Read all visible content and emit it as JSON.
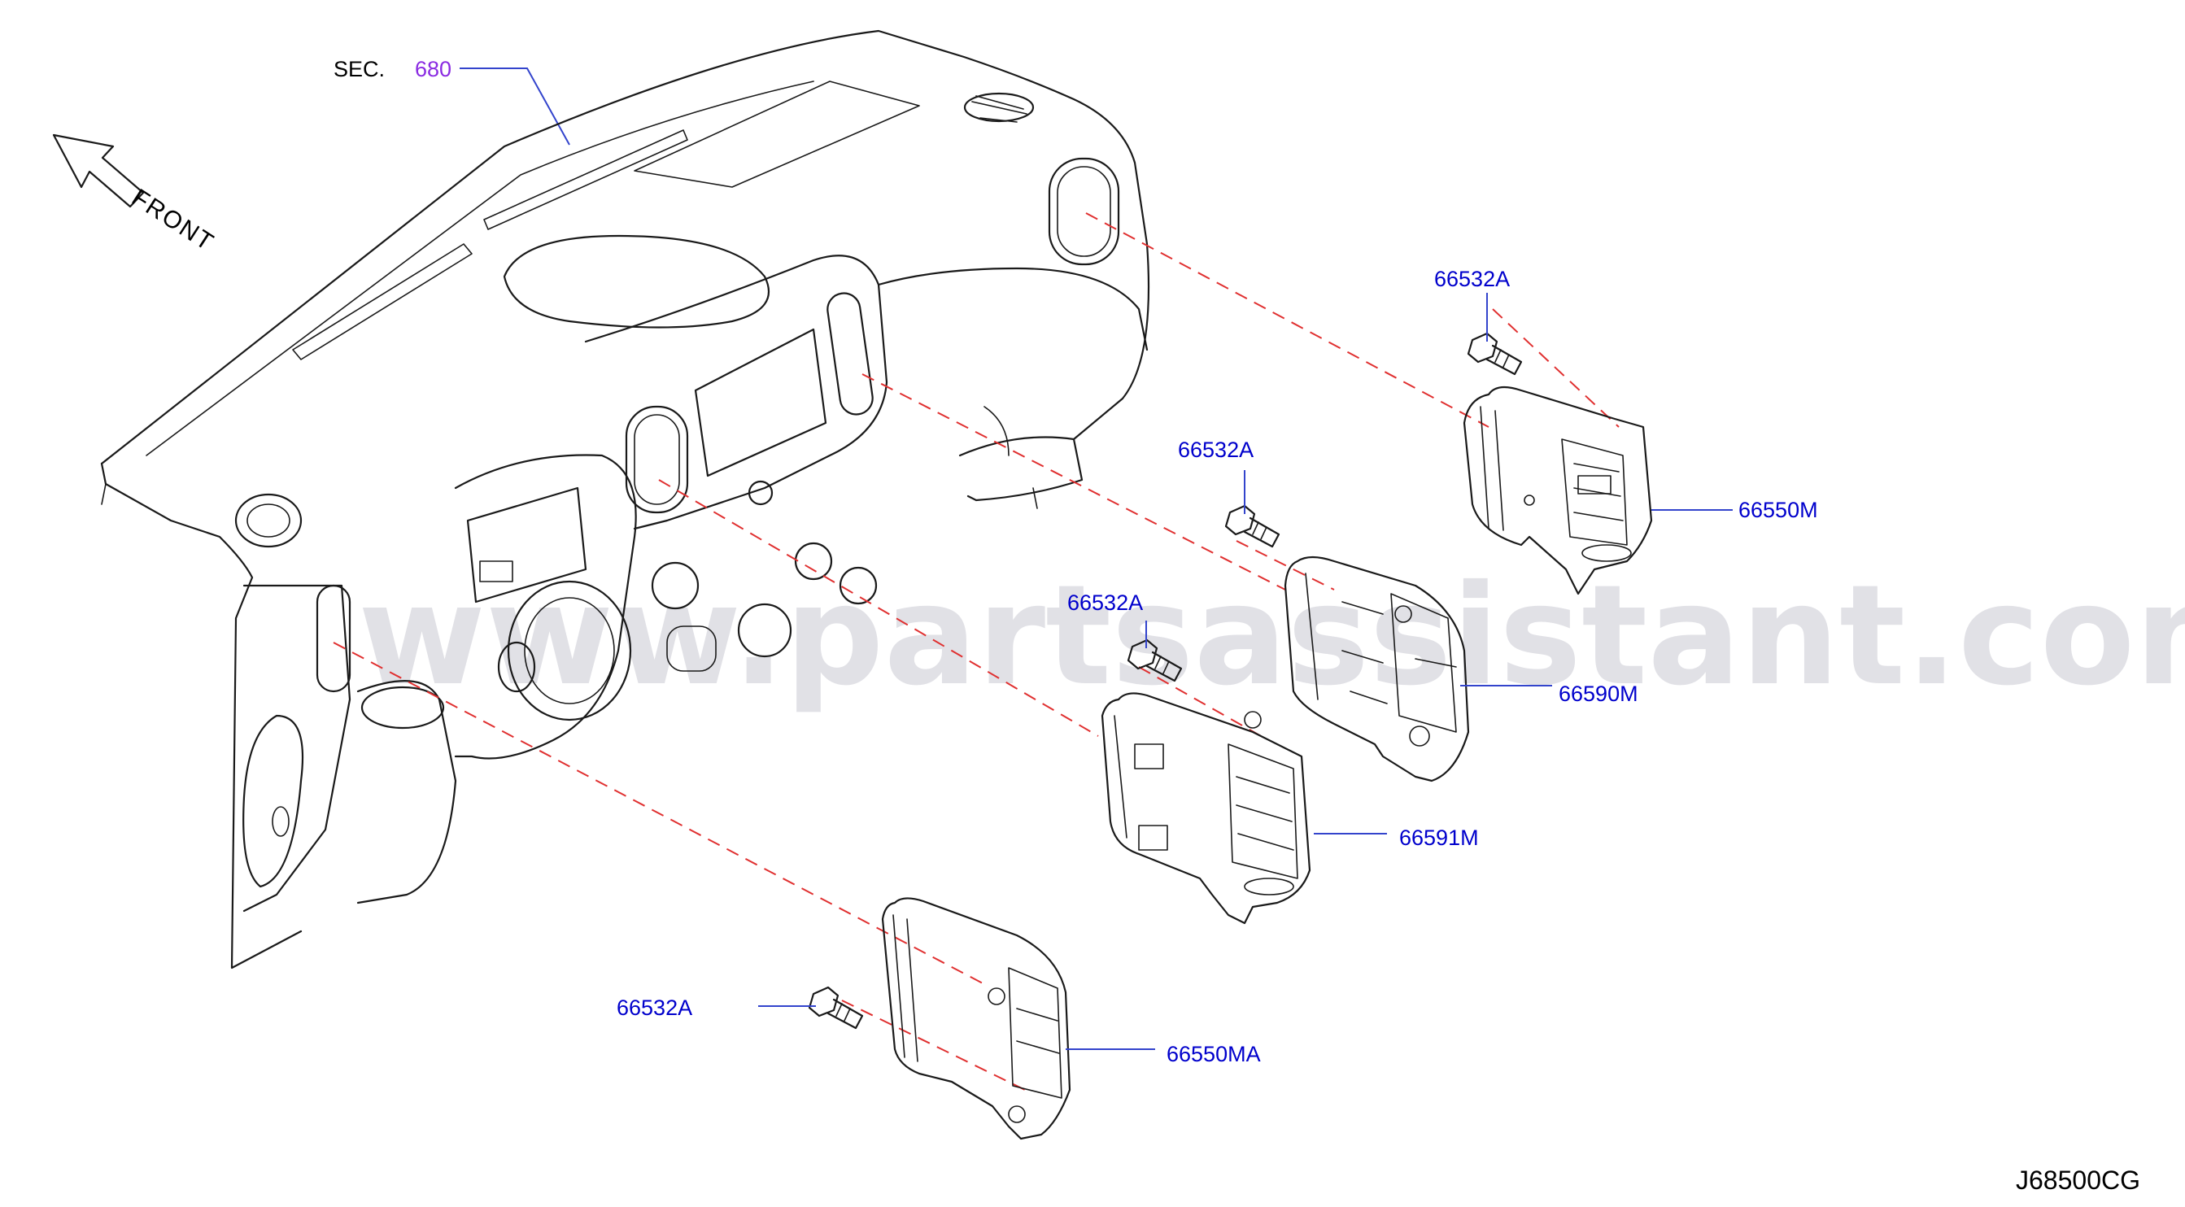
{
  "diagram": {
    "section_prefix": "SEC.",
    "section_ref": "680",
    "front_label": "FRONT",
    "diagram_code": "J68500CG",
    "watermark": "www.partsassistant.com",
    "colors": {
      "part_label": "#0000cc",
      "section_ref": "#8a2be2",
      "leader_line": "#3344cc",
      "alignment_dash": "#e03030",
      "drawing_line": "#1a1a1a",
      "watermark": "#c9c9d2"
    },
    "parts": [
      {
        "id": "bolt-upper-right",
        "label": "66532A"
      },
      {
        "id": "vent-right-side",
        "label": "66550M"
      },
      {
        "id": "bolt-center-upper",
        "label": "66532A"
      },
      {
        "id": "vent-center-right",
        "label": "66590M"
      },
      {
        "id": "bolt-center-lower",
        "label": "66532A"
      },
      {
        "id": "vent-center-left",
        "label": "66591M"
      },
      {
        "id": "bolt-lower-left",
        "label": "66532A"
      },
      {
        "id": "vent-left-side",
        "label": "66550MA"
      }
    ]
  }
}
